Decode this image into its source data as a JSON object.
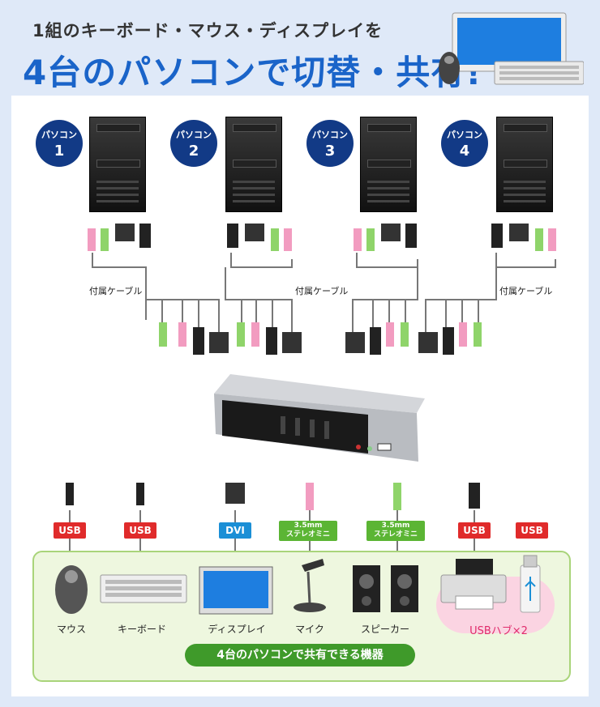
{
  "header": {
    "line1": "1組のキーボード・マウス・ディスプレイを",
    "line2": "4台のパソコンで切替・共有!"
  },
  "pcs": [
    {
      "label": "パソコン",
      "num": "1"
    },
    {
      "label": "パソコン",
      "num": "2"
    },
    {
      "label": "パソコン",
      "num": "3"
    },
    {
      "label": "パソコン",
      "num": "4"
    }
  ],
  "cable_label": "付属ケーブル",
  "tags": {
    "usb": "USB",
    "dvi": "DVI",
    "audio_a": "3.5mm",
    "audio_b": "ステレオミニ"
  },
  "devices": {
    "mouse": "マウス",
    "keyboard": "キーボード",
    "display": "ディスプレイ",
    "mic": "マイク",
    "speaker": "スピーカー",
    "usbhub": "USBハブ×2"
  },
  "footer_pill": "4台のパソコンで共有できる機器",
  "colors": {
    "accent_blue": "#1a64c9",
    "badge_navy": "#123a86",
    "usb_red": "#e02b2b",
    "dvi_blue": "#1b8fd6",
    "audio_green": "#5bb534",
    "zone_green": "#3f9a2a"
  }
}
